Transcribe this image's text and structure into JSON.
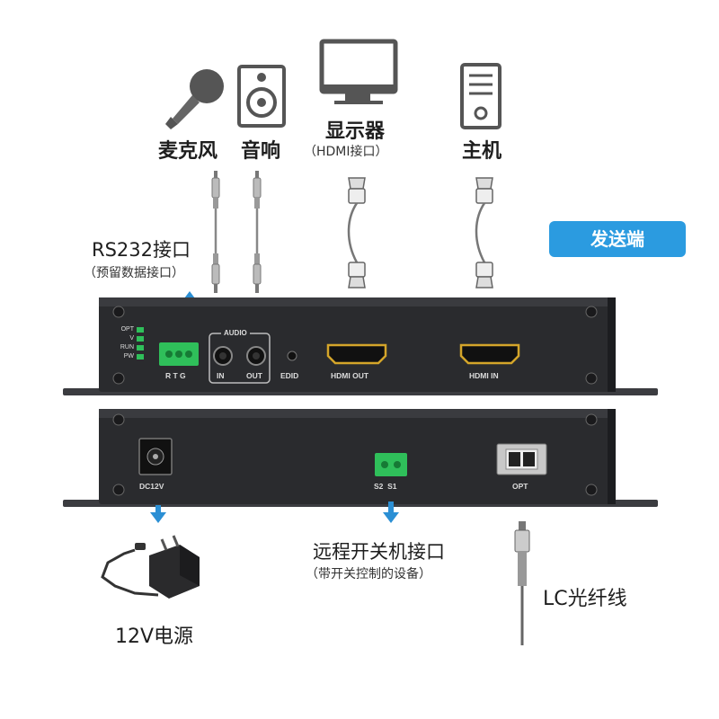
{
  "devices": {
    "mic": "麦克风",
    "speaker": "音响",
    "display": "显示器",
    "display_sub": "（HDMI接口）",
    "host": "主机"
  },
  "badge": "发送端",
  "rs232": {
    "title": "RS232接口",
    "sub": "（预留数据接口）"
  },
  "front_panel": {
    "leds": [
      "OPT",
      "V",
      "RUN",
      "PW"
    ],
    "rtg": "R T G",
    "audio": "AUDIO",
    "audio_in": "IN",
    "audio_out": "OUT",
    "edid": "EDID",
    "hdmi_out": "HDMI OUT",
    "hdmi_in": "HDMI IN"
  },
  "back_panel": {
    "dc": "DC12V",
    "switch": "S2  S1",
    "opt": "OPT"
  },
  "remote": {
    "title": "远程开关机接口",
    "sub": "（带开关控制的设备）"
  },
  "power": "12V电源",
  "fiber": "LC光纤线",
  "colors": {
    "accent": "#2b9be0",
    "panel": "#2a2b2e",
    "green": "#2fbf5a"
  }
}
